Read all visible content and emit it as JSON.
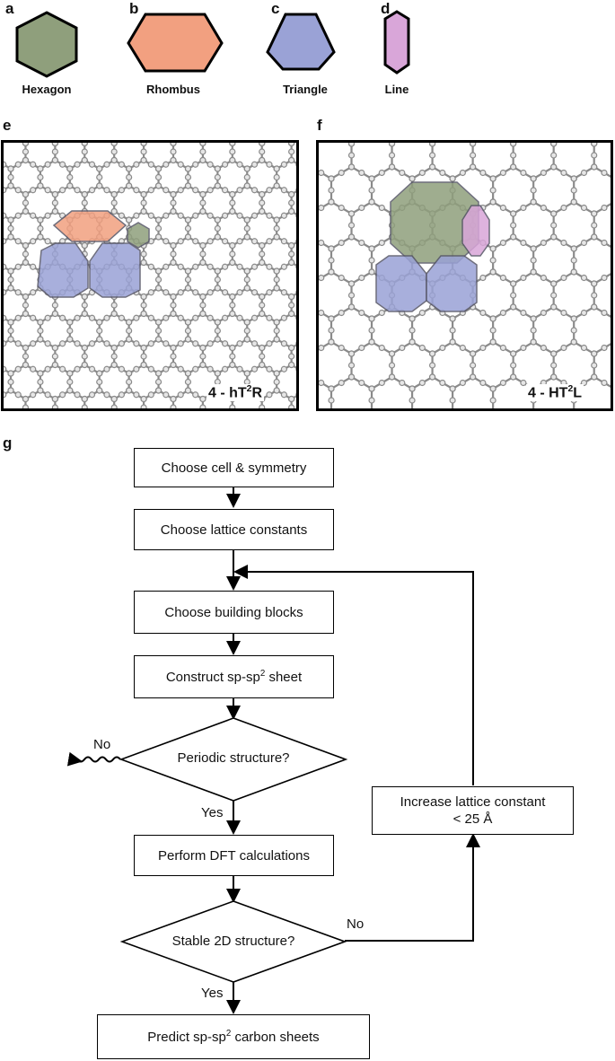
{
  "panels": {
    "a": "a",
    "b": "b",
    "c": "c",
    "d": "d",
    "e": "e",
    "f": "f",
    "g": "g"
  },
  "shapes": [
    {
      "label": "Hexagon",
      "color": "#8f9f7c"
    },
    {
      "label": "Rhombus",
      "color": "#f2a080"
    },
    {
      "label": "Triangle",
      "color": "#9aa2d6"
    },
    {
      "label": "Line",
      "color": "#d9a6d9"
    }
  ],
  "lattices": {
    "e": {
      "prefix": "4 - hT",
      "sup": "2",
      "suffix": "R"
    },
    "f": {
      "prefix": "4 - HT",
      "sup": "2",
      "suffix": "L"
    }
  },
  "flowchart": {
    "choose_cell": "Choose cell & symmetry",
    "choose_lattice": "Choose lattice constants",
    "choose_blocks": "Choose building blocks",
    "construct": {
      "prefix": "Construct sp-sp",
      "sup": "2",
      "suffix": " sheet"
    },
    "periodic": "Periodic structure?",
    "periodic_no": "No",
    "periodic_yes": "Yes",
    "dft": "Perform DFT calculations",
    "stable": "Stable 2D structure?",
    "stable_no": "No",
    "stable_yes": "Yes",
    "increase_line1": "Increase lattice constant",
    "increase_line2": "< 25 Å",
    "predict": {
      "prefix": "Predict sp-sp",
      "sup": "2",
      "suffix": " carbon sheets"
    }
  },
  "colors": {
    "hexagon": "#8f9f7c",
    "rhombus": "#f2a080",
    "triangle": "#9aa2d6",
    "line": "#d9a6d9",
    "lattice": "#8a8a8a"
  }
}
